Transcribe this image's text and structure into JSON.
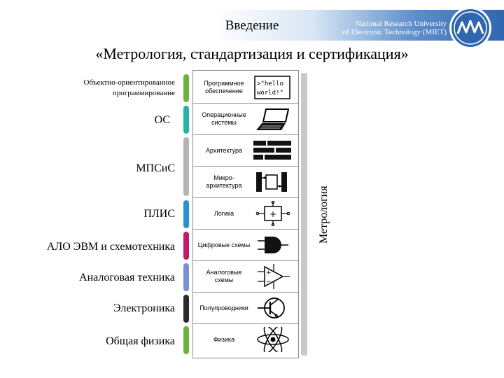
{
  "header": {
    "title": "Введение",
    "university_line1": "National Research University",
    "university_line2": "of Electronic Technology (MIET)"
  },
  "main_title": "«Метрология, стандартизация и сертификация»",
  "left_labels": [
    {
      "text_line1": "Объектно-ориентированное",
      "text_line2": "программирование"
    },
    {
      "text": "ОС"
    },
    {
      "text": "МПСиС"
    },
    {
      "text": "ПЛИС"
    },
    {
      "text": "АЛО ЭВМ и схемотехника"
    },
    {
      "text": "Аналоговая техника"
    },
    {
      "text": "Электроника"
    },
    {
      "text": "Общая физика"
    }
  ],
  "layers": [
    {
      "label_line1": "Программное",
      "label_line2": "обеспечение",
      "icon": "code-hello-world-icon",
      "code_line1": ">\"hello",
      "code_line2": "world!\""
    },
    {
      "label_line1": "Операционные",
      "label_line2": "системы",
      "icon": "laptop-icon"
    },
    {
      "label_line1": "Архитектура",
      "label_line2": "",
      "icon": "registers-icon"
    },
    {
      "label_line1": "Микро-",
      "label_line2": "архитектура",
      "icon": "datapath-icon"
    },
    {
      "label_line1": "Логика",
      "label_line2": "",
      "icon": "adder-icon",
      "symbol": "+"
    },
    {
      "label_line1": "Цифровые схемы",
      "label_line2": "",
      "icon": "and-gate-icon"
    },
    {
      "label_line1": "Аналоговые",
      "label_line2": "схемы",
      "icon": "op-amp-icon",
      "symbol_plus": "+",
      "symbol_minus": "−"
    },
    {
      "label_line1": "Полупроводники",
      "label_line2": "",
      "icon": "transistor-icon"
    },
    {
      "label_line1": "Физика",
      "label_line2": "",
      "icon": "atom-icon"
    }
  ],
  "metrology_label": "Метрология",
  "colors": {
    "green": "#6cb33f",
    "teal": "#26b3a6",
    "gray": "#b5b5b5",
    "blue": "#2b8fd6",
    "magenta": "#c4186c",
    "lavender": "#7b8fd4",
    "dark": "#2b2b2b",
    "header_blue": "#2f66b0"
  }
}
